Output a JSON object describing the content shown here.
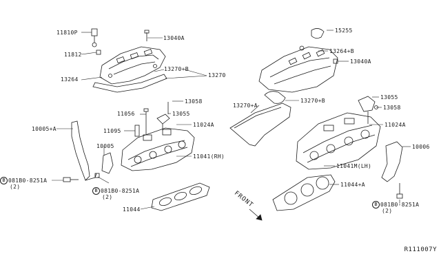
{
  "diagram": {
    "reference_code": "R111007Y",
    "front_label": "FRONT",
    "bolt_symbol": "B",
    "callouts": {
      "c11810p": "11810P",
      "c13040a_top": "13040A",
      "c11812": "11812",
      "c13264": "13264",
      "c13270b_left": "13270+B",
      "c13270": "13270",
      "c11056": "11056",
      "c13058_left": "13058",
      "c13055_left": "13055",
      "c11024a_left": "11024A",
      "c10005a": "10005+A",
      "c11095": "11095",
      "c10005": "10005",
      "c11041rh": "11041(RH)",
      "c081b0_left": "081B0-8251A",
      "c2_left": "(2)",
      "c081b0_mid": "081B0-8251A",
      "c2_mid": "(2)",
      "c11044": "11044",
      "c15255": "15255",
      "c13264b": "13264+B",
      "c13040a_right": "13040A",
      "c13270a": "13270+A",
      "c13270b_right": "13270+B",
      "c13055_right": "13055",
      "c13058_right": "13058",
      "c11024a_right": "11024A",
      "c10006": "10006",
      "c11041mlh": "11041M(LH)",
      "c11044a": "11044+A",
      "c081b0_right": "081B0-8251A",
      "c2_right": "(2)"
    }
  }
}
